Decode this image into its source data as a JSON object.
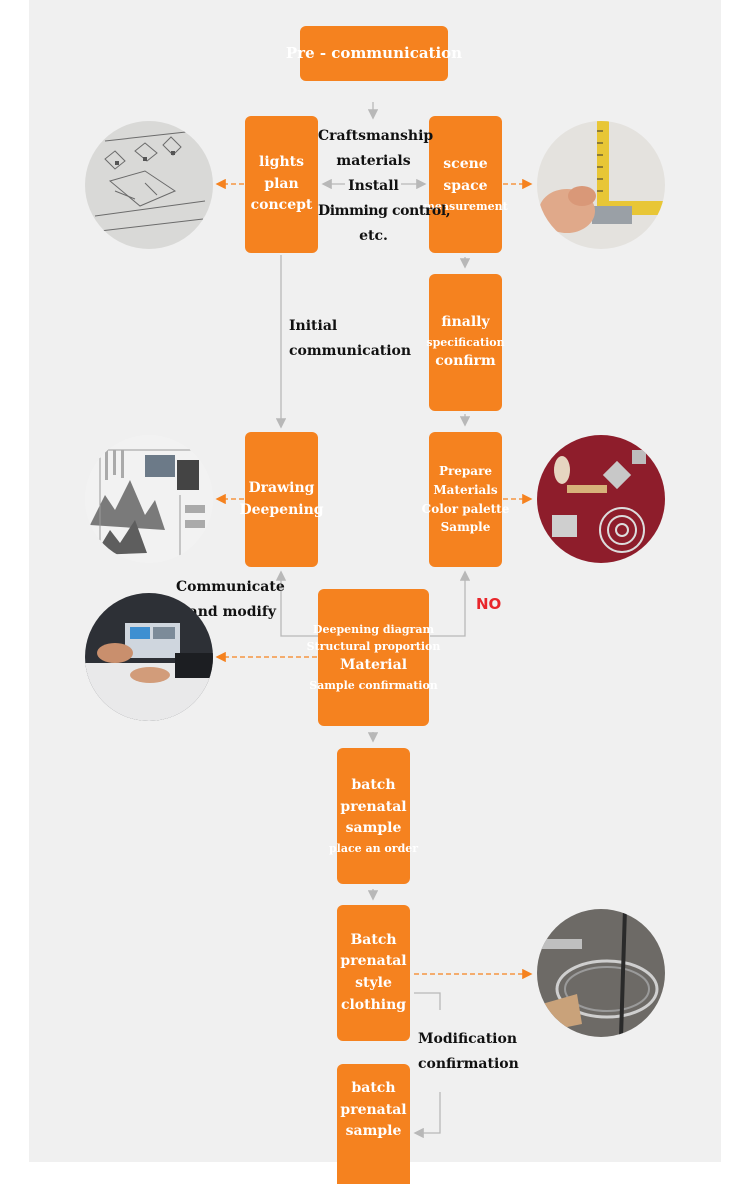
{
  "colors": {
    "accent": "#f5821f",
    "panel": "#f0f0f0",
    "no_label": "#e8262b",
    "connector": "#b8b8b8"
  },
  "steps": {
    "pre": [
      "Pre - communication"
    ],
    "lights": [
      "lights",
      "plan",
      "concept"
    ],
    "scene": [
      "scene",
      "space",
      "measurement"
    ],
    "finally": [
      "finally",
      "specification",
      "confirm"
    ],
    "drawing": [
      "Drawing",
      "Deepening"
    ],
    "prepare": [
      "Prepare",
      "Materials",
      "Color palette",
      "Sample"
    ],
    "deepening": [
      "Deepening diagram",
      "Structural proportion",
      "Material",
      "Sample confirmation"
    ],
    "batch1": [
      "batch",
      "prenatal",
      "sample",
      "place an order"
    ],
    "batch2": [
      "Batch",
      "prenatal",
      "style",
      "clothing"
    ],
    "batch3": [
      "batch",
      "prenatal",
      "sample"
    ]
  },
  "labels": {
    "craft": [
      "Craftsmanship",
      "materials",
      "Install",
      "Dimming control,",
      "etc."
    ],
    "initial": [
      "Initial",
      "communication"
    ],
    "communicate": [
      "Communicate",
      "and modify"
    ],
    "no": "NO",
    "modification": [
      "Modification",
      "confirmation"
    ]
  },
  "photos": [
    "sketch-photo",
    "tape-measure-photo",
    "drawings-photo",
    "material-samples-photo",
    "meeting-photo",
    "lamp-ring-photo"
  ]
}
